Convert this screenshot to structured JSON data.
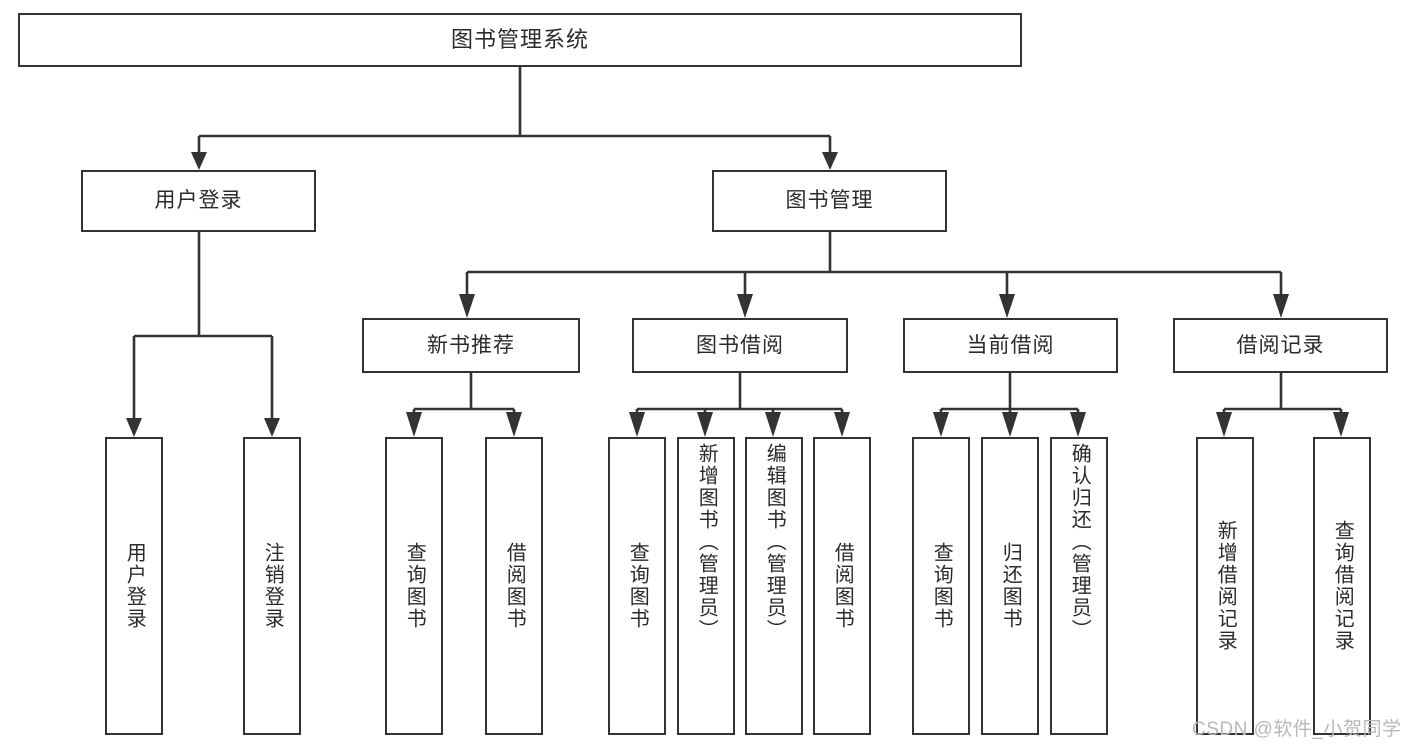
{
  "diagram": {
    "type": "tree",
    "title": "图书管理系统",
    "root": {
      "label": "图书管理系统"
    },
    "level2": [
      {
        "label": "用户登录"
      },
      {
        "label": "图书管理"
      }
    ],
    "level3": [
      {
        "label": "新书推荐"
      },
      {
        "label": "图书借阅"
      },
      {
        "label": "当前借阅"
      },
      {
        "label": "借阅记录"
      }
    ],
    "leaves": {
      "user_login": [
        {
          "label": "用户登录"
        },
        {
          "label": "注销登录"
        }
      ],
      "new_book_recommend": [
        {
          "label": "查询图书"
        },
        {
          "label": "借阅图书"
        }
      ],
      "book_borrow": [
        {
          "label": "查询图书"
        },
        {
          "label": "新增图书（管理员）"
        },
        {
          "label": "编辑图书（管理员）"
        },
        {
          "label": "借阅图书"
        }
      ],
      "current_borrow": [
        {
          "label": "查询图书"
        },
        {
          "label": "归还图书"
        },
        {
          "label": "确认归还（管理员）"
        }
      ],
      "borrow_record": [
        {
          "label": "新增借阅记录"
        },
        {
          "label": "查询借阅记录"
        }
      ]
    }
  },
  "watermark": {
    "text": "CSDN @软件_小贺同学"
  },
  "colors": {
    "border": "#333333",
    "text": "#2b2b2b",
    "background": "#ffffff",
    "watermark": "#b9b9b9"
  }
}
